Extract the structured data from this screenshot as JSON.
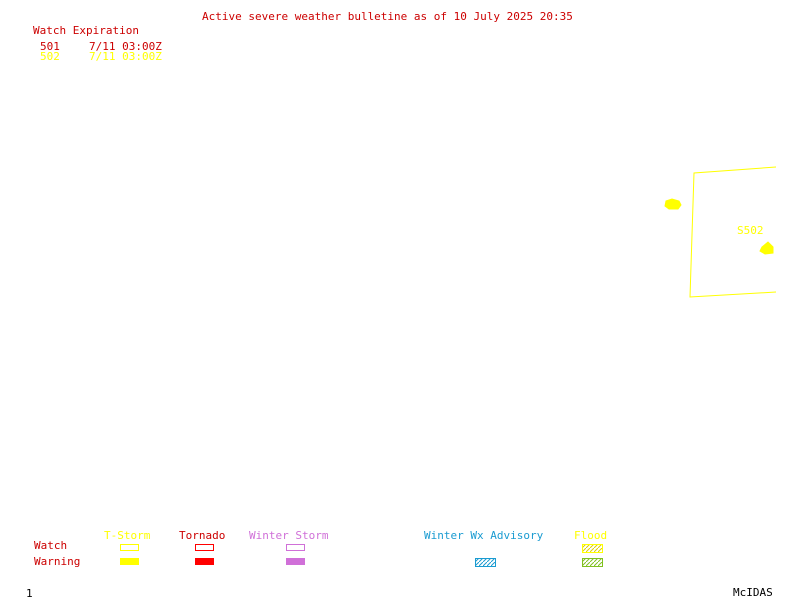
{
  "title": "Active severe weather bulletine as of 10 July 2025 20:35",
  "watch_table": {
    "heading": "Watch Expiration",
    "rows": [
      {
        "id": "501",
        "expires": "7/11 03:00Z",
        "color": "#cc0000"
      },
      {
        "id": "502",
        "expires": "7/11 03:00Z",
        "color": "#ffff00"
      }
    ]
  },
  "map": {
    "watch_box_label": "S502",
    "watch_box_color": "#ffff00"
  },
  "legend": {
    "row_labels": {
      "watch": "Watch",
      "warning": "Warning"
    },
    "columns": [
      {
        "name": "T-Storm",
        "color": "#ffff00"
      },
      {
        "name": "Tornado",
        "color": "#ff0000"
      },
      {
        "name": "Winter Storm",
        "color": "#d070d8"
      },
      {
        "name": "Winter Wx Advisory",
        "color": "#1a9bd1"
      },
      {
        "name": "Flood",
        "color": "#80c020"
      }
    ]
  },
  "footer": {
    "frame_number": "1",
    "brand": "McIDAS"
  },
  "colors": {
    "text_red": "#cc0000",
    "background": "#ffffff"
  }
}
